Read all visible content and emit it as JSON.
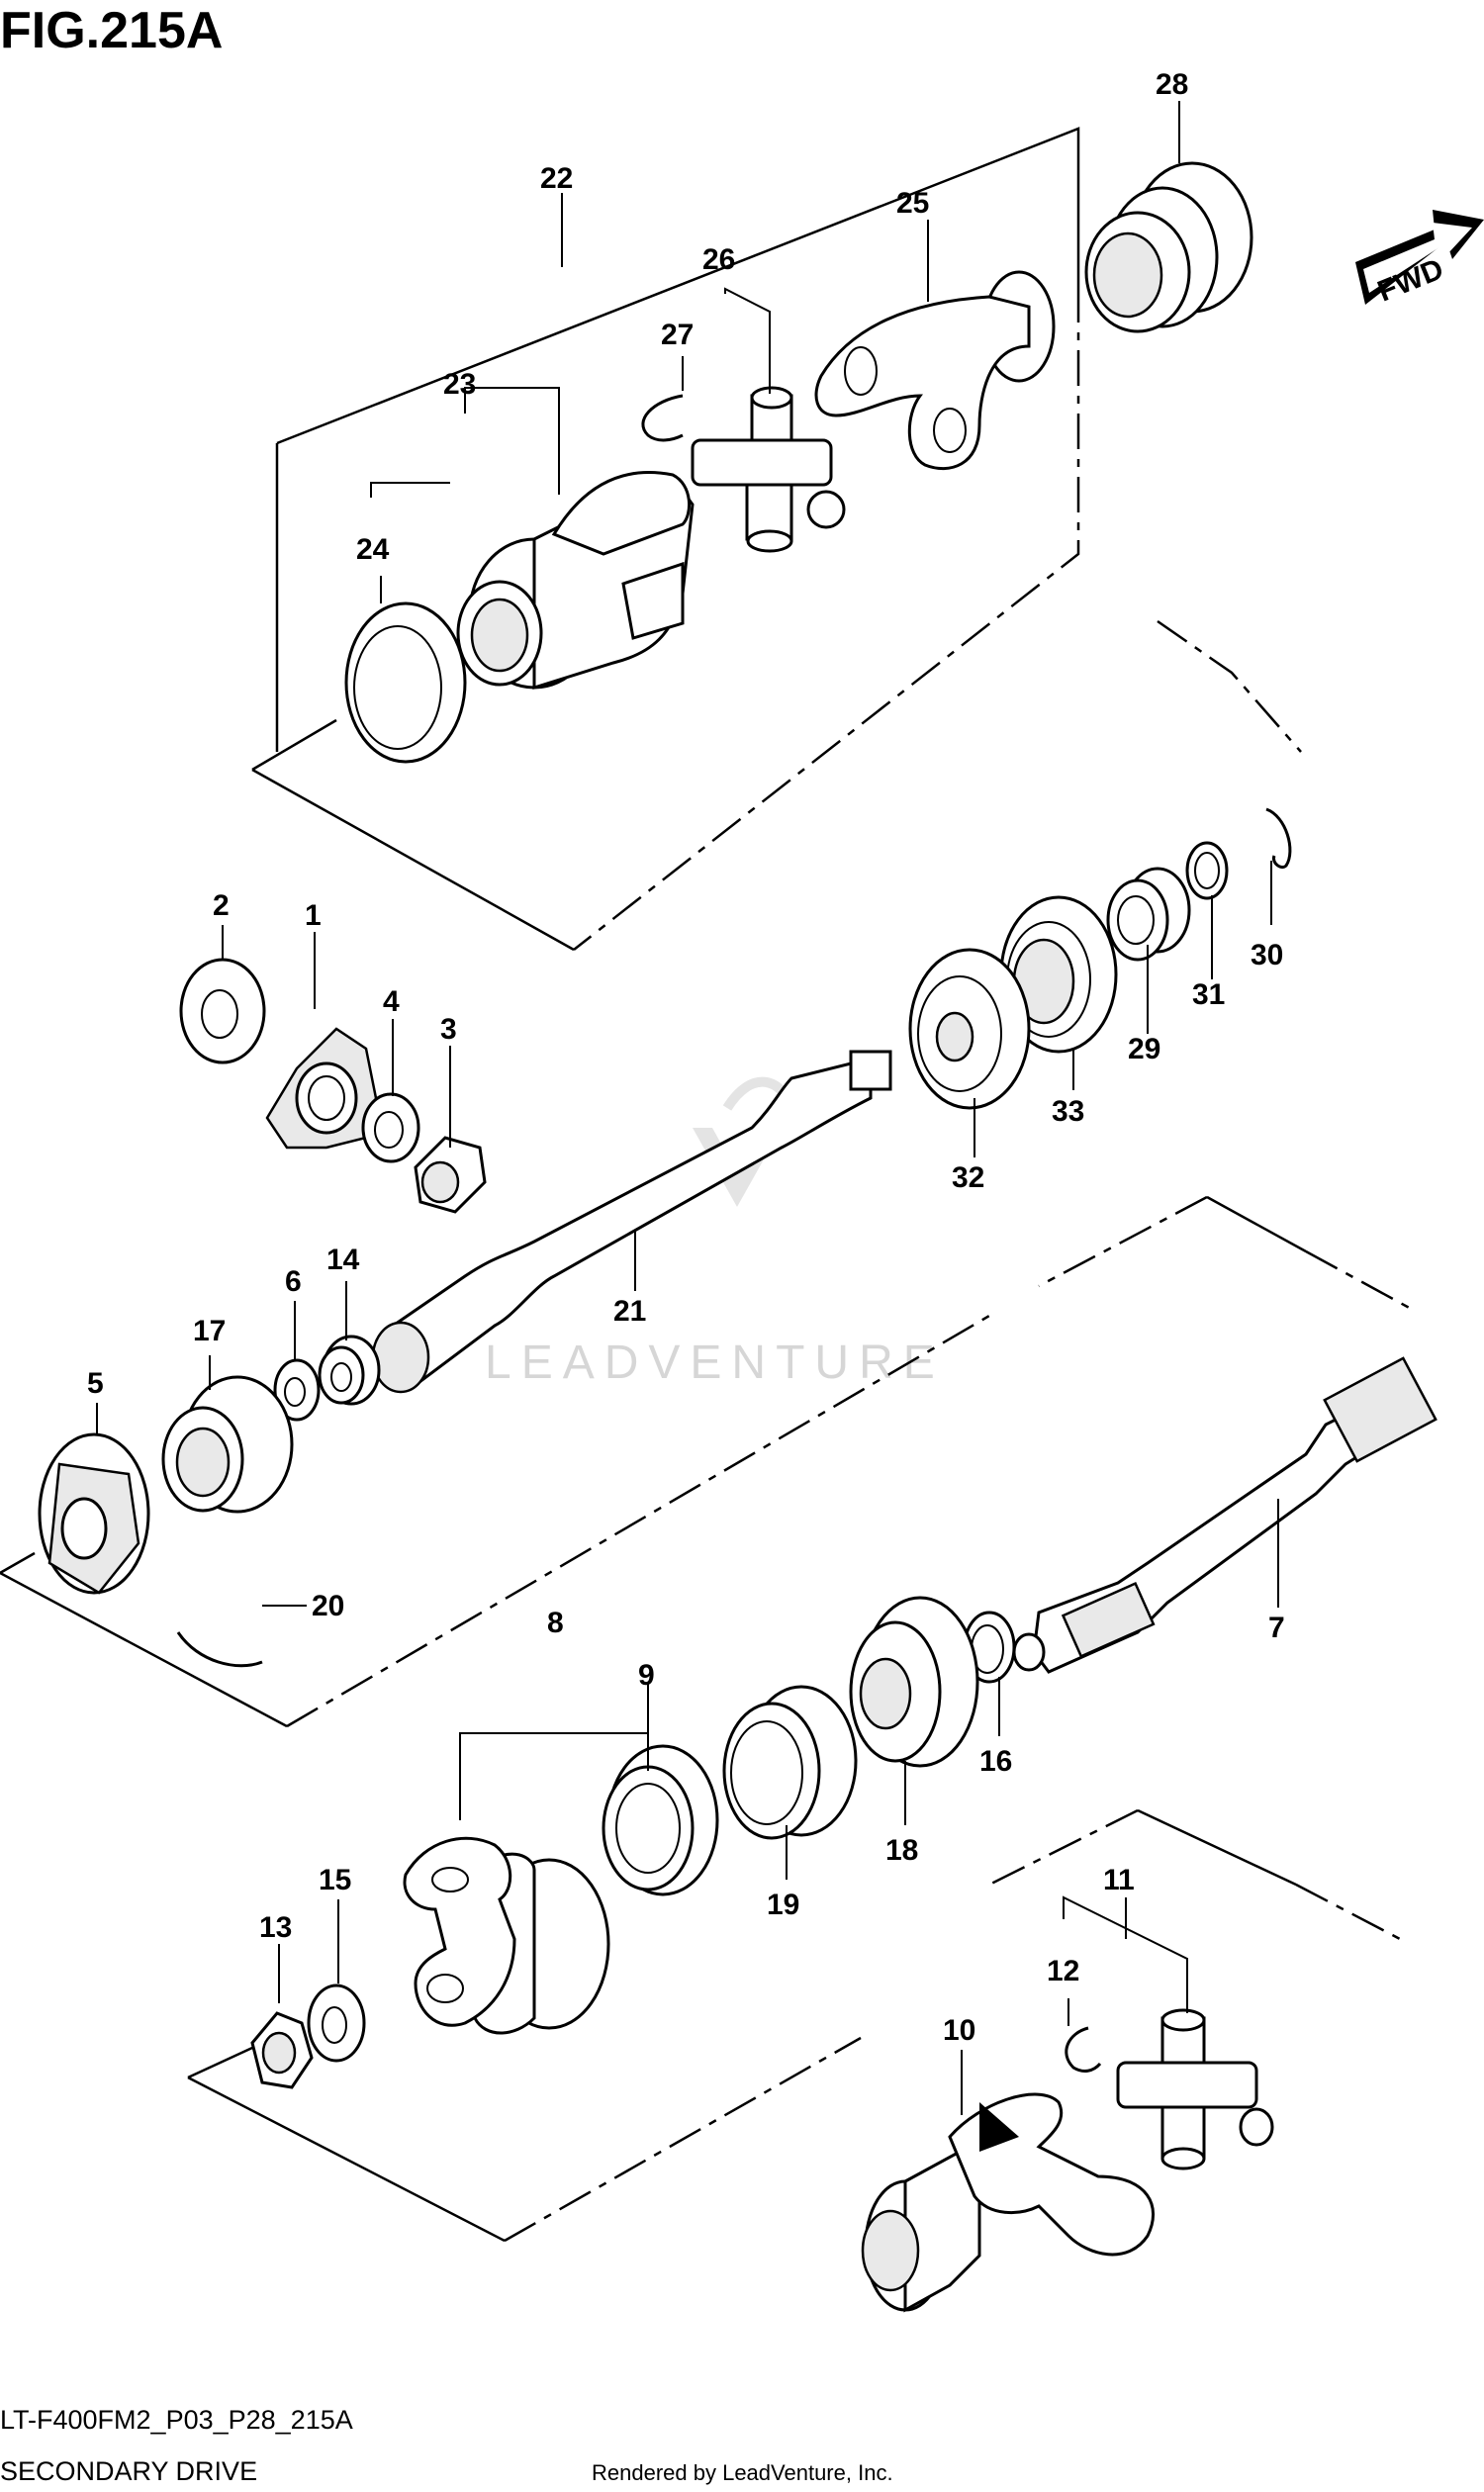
{
  "figure_title": "FIG.215A",
  "model_code": "LT-F400FM2_P03_P28_215A",
  "section_name": "SECONDARY DRIVE",
  "rendered_by": "Rendered by LeadVenture, Inc.",
  "watermark": "LEADVENTURE",
  "fwd_label": "FWD",
  "callouts": [
    "1",
    "2",
    "3",
    "4",
    "5",
    "6",
    "7",
    "8",
    "9",
    "10",
    "11",
    "12",
    "13",
    "14",
    "15",
    "16",
    "17",
    "18",
    "19",
    "20",
    "21",
    "22",
    "23",
    "24",
    "25",
    "26",
    "27",
    "28",
    "29",
    "30",
    "31",
    "32",
    "33"
  ]
}
